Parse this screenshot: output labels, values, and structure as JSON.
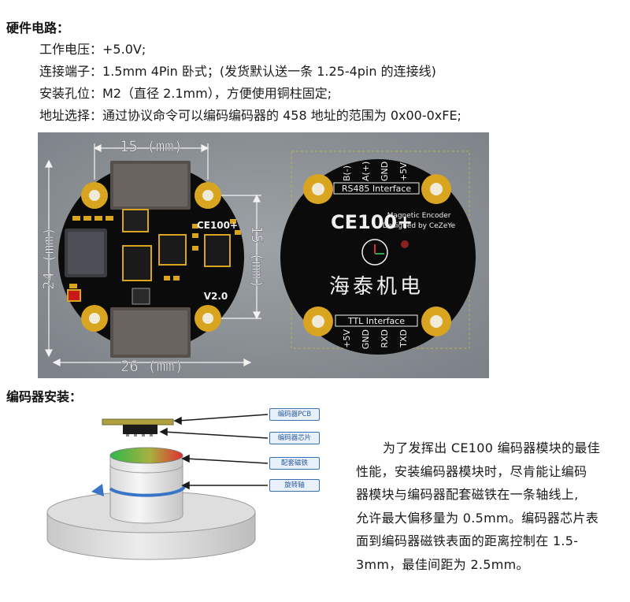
{
  "section1_title": "硬件电路：",
  "specs": [
    {
      "label": "工作电压：",
      "value": "+5.0V;"
    },
    {
      "label": "连接端子：",
      "value": "1.5mm 4Pin 卧式；(发货默认送一条 1.25-4pin 的连接线)"
    },
    {
      "label": "安装孔位：",
      "value": "M2（直径 2.1mm），方便使用铜柱固定;"
    },
    {
      "label": "地址选择：",
      "value": "通过协议命令可以编码编码器的 458 地址的范围为 0x00-0xFE;"
    }
  ],
  "pcb_front": {
    "dim_top": "15 (mm)",
    "dim_right": "15 (mm)",
    "dim_left": "24 (mm)",
    "dim_bottom": "26 (mm)",
    "model": "CE100+",
    "version": "V2.0"
  },
  "pcb_back": {
    "top_pins": [
      "B(-)",
      "A(+)",
      "GND",
      "+5V"
    ],
    "rs485_label": "RS485 Interface",
    "model": "CE100+",
    "subtitle_1": "Magnetic Encoder",
    "subtitle_2": "Designed by CeZeYe",
    "brand": "海泰机电",
    "ttl_label": "TTL  Interface",
    "bottom_pins": [
      "+5V",
      "GND",
      "RXD",
      "TXD"
    ]
  },
  "colors": {
    "board_black": "#0d0d0d",
    "pad_gold": "#d9a520",
    "bg_gray": "#8a8f94",
    "label_blue": "#3a6fb0"
  },
  "section2_title": "编码器安装：",
  "diagram_labels": [
    "编码器PCB",
    "编码器芯片",
    "配套磁铁",
    "旋转轴"
  ],
  "description_lines": [
    "为了发挥出 CE100 编码器模块的最佳",
    "性能，安装编码器模块时，尽肯能让编码",
    "器模块与编码器配套磁铁在一条轴线上,",
    "允许最大偏移量为 0.5mm。编码器芯片表",
    "面到编码器磁铁表面的距离控制在 1.5-",
    "3mm，最佳间距为 2.5mm。"
  ]
}
